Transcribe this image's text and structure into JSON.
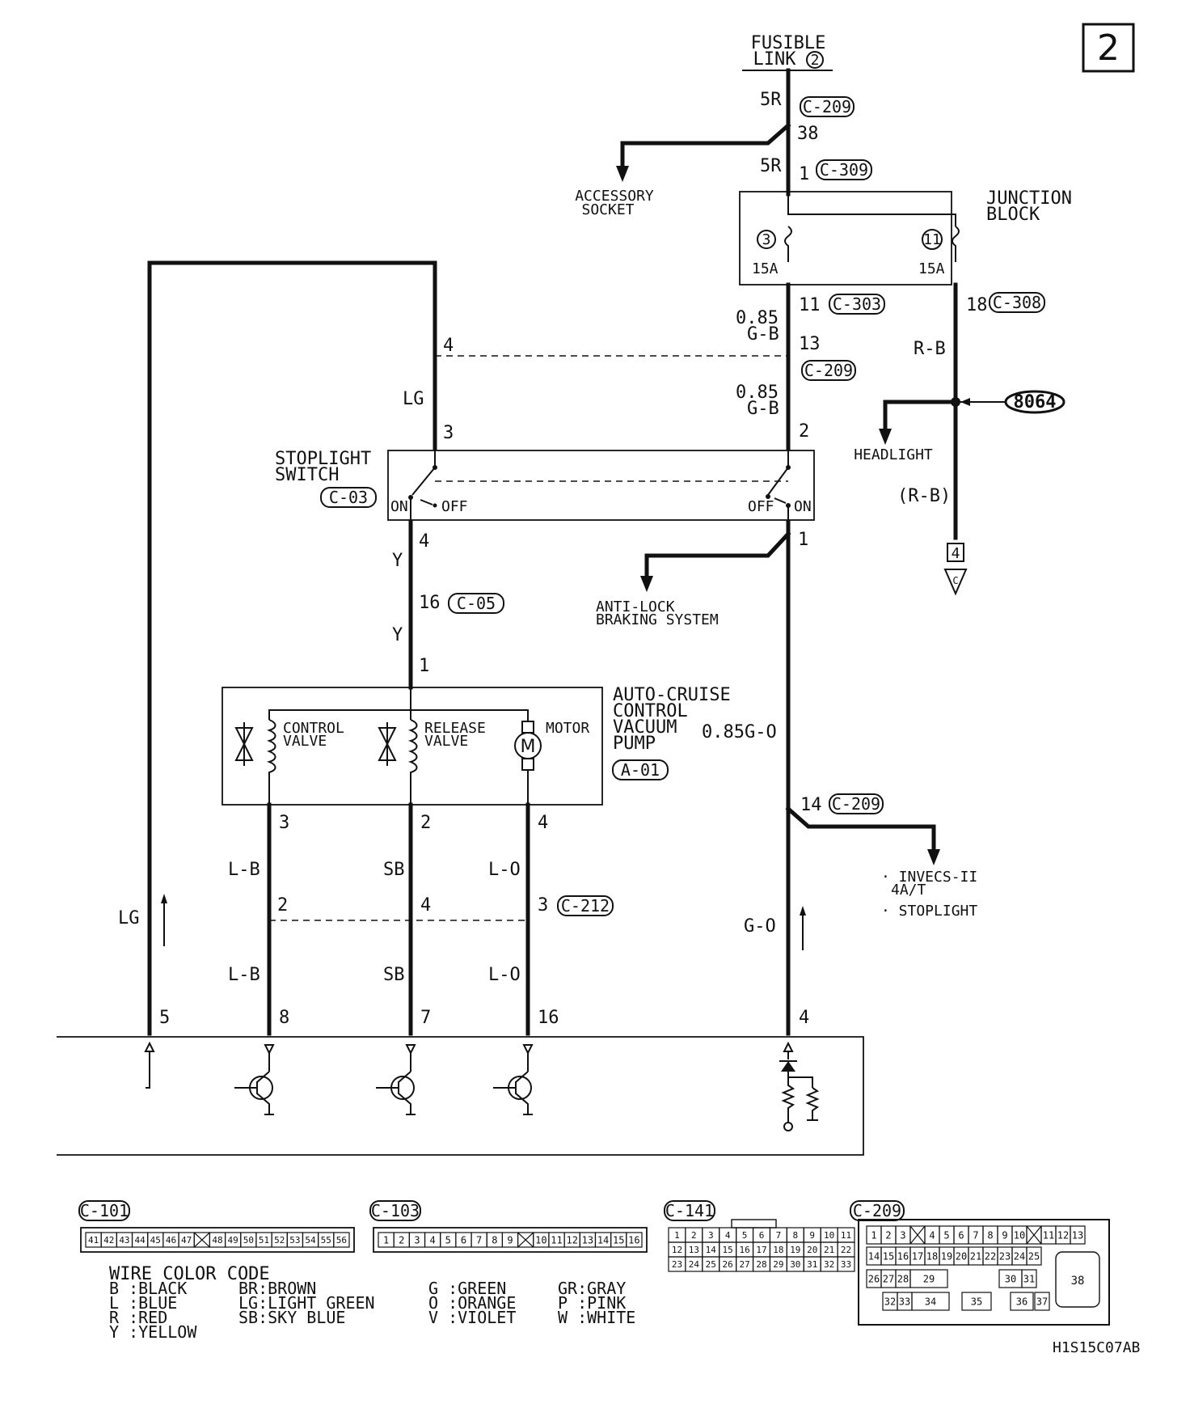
{
  "page_number": "2",
  "drawing_code": "H1S15C07AB",
  "fusible_link": {
    "line1": "FUSIBLE",
    "line2": "LINK",
    "num": "2"
  },
  "connectors": {
    "c209": "C-209",
    "c309": "C-309",
    "c303": "C-303",
    "c308": "C-308",
    "c03": "C-03",
    "c05": "C-05",
    "a01": "A-01",
    "c212": "C-212",
    "c101": "C-101",
    "c103": "C-103",
    "c141": "C-141"
  },
  "wires": {
    "w5r": "5R",
    "w085": "0.85",
    "wgb": "G-B",
    "wrb": "R-B",
    "wrb_p": "(R-B)",
    "wlg": "LG",
    "wy": "Y",
    "wlb": "L-B",
    "wsb": "SB",
    "wlo": "L-O",
    "wgo": "G-O",
    "w085go": "0.85G-O"
  },
  "pins": {
    "p38": "38",
    "p1": "1",
    "p11": "11",
    "p18": "18",
    "p13": "13",
    "p2": "2",
    "p4": "4",
    "p3": "3",
    "p16": "16",
    "p14": "14",
    "p5": "5",
    "p8": "8",
    "p7": "7"
  },
  "labels": {
    "accessory1": "ACCESSORY",
    "accessory2": "SOCKET",
    "junction1": "JUNCTION",
    "junction2": "BLOCK",
    "fuse3": "3",
    "fuse11": "11",
    "fuse15a": "15A",
    "headlight": "HEADLIGHT",
    "splice": "8064",
    "stop1": "STOPLIGHT",
    "stop2": "SWITCH",
    "on": "ON",
    "off": "OFF",
    "abs1": "ANTI-LOCK",
    "abs2": "BRAKING SYSTEM",
    "pump1": "AUTO-CRUISE",
    "pump2": "CONTROL",
    "pump3": "VACUUM",
    "pump4": "PUMP",
    "cv1": "CONTROL",
    "cv2": "VALVE",
    "rv1": "RELEASE",
    "rv2": "VALVE",
    "motor": "MOTOR",
    "inv1": "· INVECS-II",
    "inv2": "4A/T",
    "inv3": "· STOPLIGHT",
    "ref_num": "4",
    "ref_letter": "C"
  },
  "wire_color_code": {
    "title": "WIRE COLOR CODE",
    "col1": [
      "B :BLACK",
      "L :BLUE",
      "R :RED",
      "Y :YELLOW"
    ],
    "col2": [
      "BR:BROWN",
      "LG:LIGHT GREEN",
      "SB:SKY BLUE"
    ],
    "col3": [
      "G :GREEN",
      "O :ORANGE",
      "V :VIOLET"
    ],
    "col4": [
      "GR:GRAY",
      "P :PINK",
      "W :WHITE"
    ]
  },
  "c101_pins": [
    "41",
    "42",
    "43",
    "44",
    "45",
    "46",
    "47",
    "",
    "48",
    "49",
    "50",
    "51",
    "52",
    "53",
    "54",
    "55",
    "56"
  ],
  "c103_pins": [
    "1",
    "2",
    "3",
    "4",
    "5",
    "6",
    "7",
    "8",
    "9",
    "",
    "10",
    "11",
    "12",
    "13",
    "14",
    "15",
    "16"
  ],
  "c141_pins": [
    [
      "1",
      "2",
      "3",
      "4",
      "5",
      "6",
      "7",
      "8",
      "9",
      "10",
      "11"
    ],
    [
      "12",
      "13",
      "14",
      "15",
      "16",
      "17",
      "18",
      "19",
      "20",
      "21",
      "22"
    ],
    [
      "23",
      "24",
      "25",
      "26",
      "27",
      "28",
      "29",
      "30",
      "31",
      "32",
      "33"
    ]
  ],
  "c209_pins": {
    "row1": [
      "1",
      "2",
      "3",
      "",
      "4",
      "5",
      "6",
      "7",
      "8",
      "9",
      "10",
      "",
      "11",
      "12",
      "13"
    ],
    "row2": [
      "14",
      "15",
      "16",
      "17",
      "18",
      "19",
      "20",
      "21",
      "22",
      "23",
      "24",
      "25"
    ],
    "row3": [
      "26",
      "27",
      "28",
      "29",
      "30",
      "31"
    ],
    "row4": [
      "32",
      "33",
      "34",
      "35",
      "36",
      "37"
    ],
    "big": "38"
  }
}
